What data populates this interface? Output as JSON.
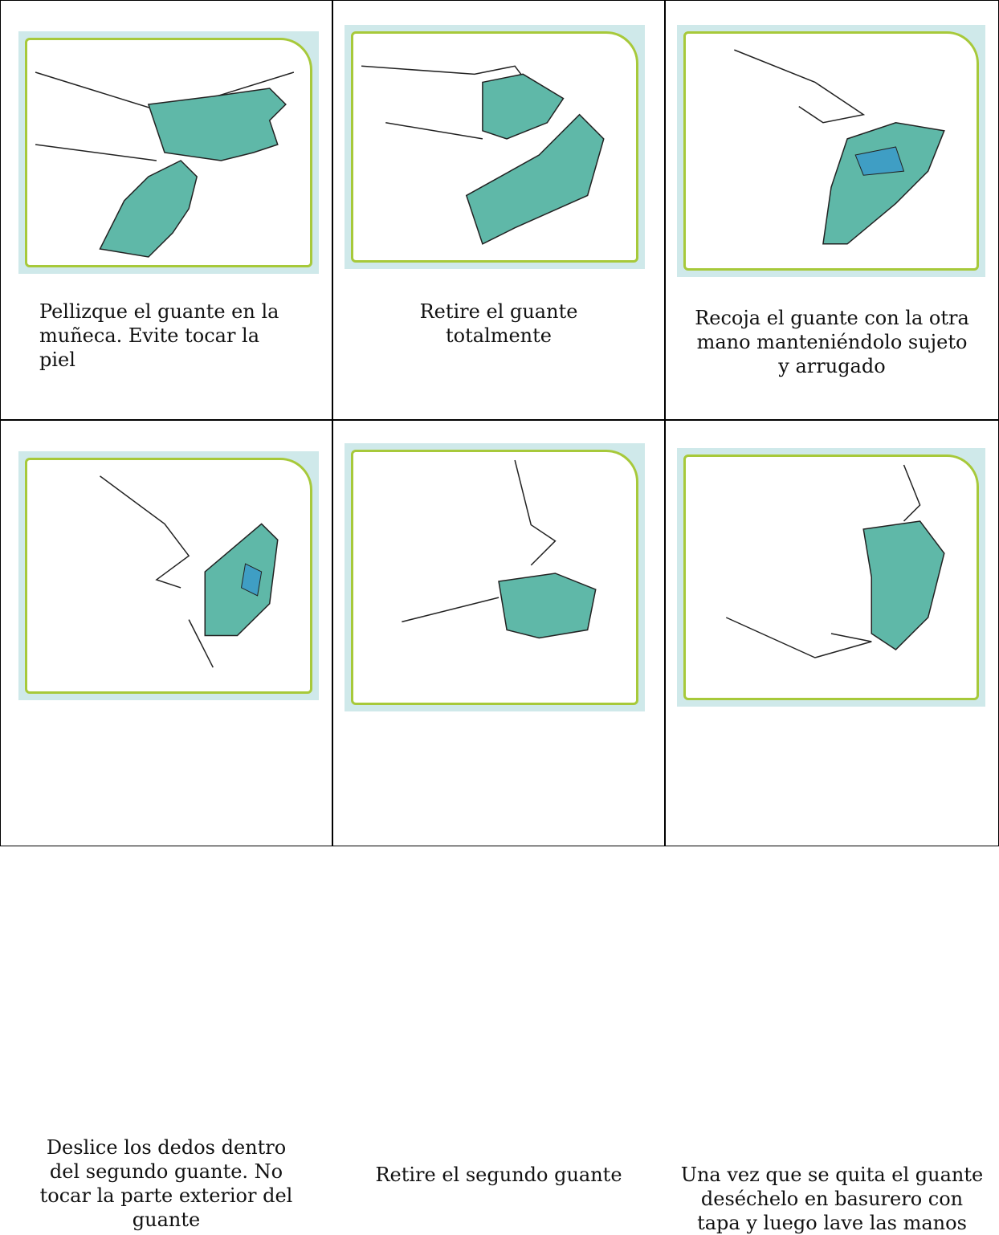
{
  "colors": {
    "glove": "#5fb8a8",
    "frame_bg": "#cfe9ea",
    "frame_border": "#a7c93a",
    "grid_line": "#000000"
  },
  "steps": [
    {
      "caption": "Pellizque el guante en la\nmuñeca. Evite tocar la\npiel",
      "illustration": "pinch-glove-at-wrist-illustration"
    },
    {
      "caption": "Retire el guante\ntotalmente",
      "illustration": "remove-glove-illustration"
    },
    {
      "caption": "Recoja el guante con la otra\nmano manteniéndolo sujeto\ny arrugado",
      "illustration": "hold-crumpled-glove-illustration"
    },
    {
      "caption": "Deslice los dedos dentro\ndel segundo guante. No\ntocar la parte exterior del\nguante",
      "illustration": "slide-fingers-inside-illustration"
    },
    {
      "caption": "Retire el segundo guante",
      "illustration": "remove-second-glove-illustration"
    },
    {
      "caption": "Una vez que se quita el guante\ndeséchelo en basurero con\ntapa y luego lave las manos",
      "illustration": "dispose-glove-illustration"
    }
  ]
}
